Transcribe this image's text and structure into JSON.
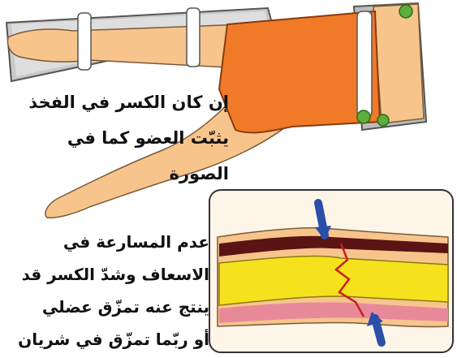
{
  "captions": {
    "splint_caption": [
      "إن كان الكسر في الفخذ",
      "يثبّت العضو كما في",
      "الصورة"
    ],
    "warning_caption": [
      "عدم المسارعة في",
      "الاسعاف وشدّ الكسر قد",
      "ينتج عنه تمزّق عضلي",
      "أو ربّما تمزّق في شريان"
    ]
  },
  "colors": {
    "skin": "#f7c58c",
    "shorts": "#f07a28",
    "splint": "#b5b5b5",
    "bone": "#f5e21c",
    "muscle": "#e8899a",
    "artery": "#5a1414",
    "arrow": "#2a4fa8",
    "tie_knot": "#5cae3a"
  },
  "icons": [
    "splint-board-icon",
    "bone-fracture-icon",
    "blue-arrow-icon"
  ]
}
